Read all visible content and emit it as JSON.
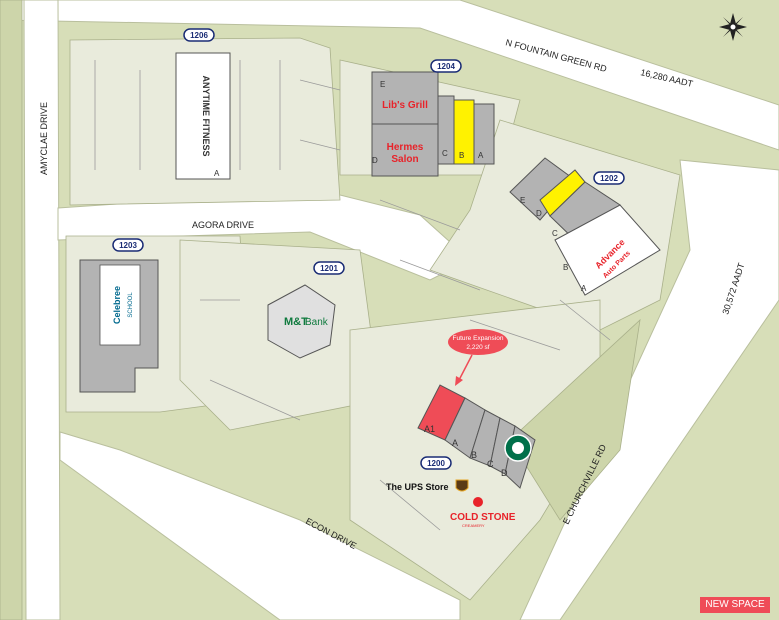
{
  "roads": {
    "north": "N FOUNTAIN GREEN RD",
    "north_aadt": "16,280 AADT",
    "west": "AMYCLAE DRIVE",
    "agora": "AGORA DRIVE",
    "econ": "ECON DRIVE",
    "east": "E CHURCHVILLE RD",
    "east_aadt": "30,572 AADT"
  },
  "pads": {
    "p1206": "1206",
    "p1204": "1204",
    "p1202": "1202",
    "p1203": "1203",
    "p1201": "1201",
    "p1200": "1200"
  },
  "tenants": {
    "anytime_fitness": "ANYTIME FITNESS",
    "libs_grill": "Lib's Grill",
    "hermes_salon_1": "Hermes",
    "hermes_salon_2": "Salon",
    "advance_1": "Advance",
    "advance_2": "Auto Parts",
    "celebree_1": "Celebree",
    "celebree_2": "SCHOOL",
    "mt_bank_1": "M&T",
    "mt_bank_2": "Bank",
    "ups_store": "The UPS Store",
    "cold_stone": "COLD STONE",
    "cold_stone_sub": "CREAMERY",
    "starbucks": "STARBUCKS COFFEE"
  },
  "units": {
    "u1206_a": "A",
    "u1204_e": "E",
    "u1204_d": "D",
    "u1204_c": "C",
    "u1204_b": "B",
    "u1204_a": "A",
    "u1202_e": "E",
    "u1202_d": "D",
    "u1202_c": "C",
    "u1202_b": "B",
    "u1202_a": "A",
    "u1200_a1": "A1",
    "u1200_a": "A",
    "u1200_b": "B",
    "u1200_c": "C",
    "u1200_d": "D"
  },
  "future": {
    "title": "Future Expansion",
    "area": "2,220 sf"
  },
  "legend": {
    "new_space": "NEW SPACE"
  },
  "colors": {
    "background": "#d7deb8",
    "road": "#ffffff",
    "building": "#b3b3b3",
    "building_dark": "#888888",
    "highlight": "#fff200",
    "new_space": "#ef4c57",
    "pad_badge": "#1a2c75",
    "tenant_red": "#e8232a"
  }
}
